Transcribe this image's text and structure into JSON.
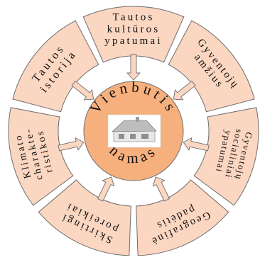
{
  "center": {
    "title_top": "Vienbutis",
    "title_bottom": "namas"
  },
  "segments": [
    {
      "id": "tautos-kulturos-ypatumai",
      "lines": [
        "Tautos",
        "kultūros",
        "ypatumai"
      ]
    },
    {
      "id": "gyventoju-amzius",
      "lines": [
        "Gyventojų",
        "amžius"
      ]
    },
    {
      "id": "gyventoju-socialiniai-ypatumai",
      "lines": [
        "Gyventojų",
        "socialiniai",
        "ypatumai"
      ]
    },
    {
      "id": "geografine-padetis",
      "lines": [
        "Geografinė",
        "padėtis"
      ]
    },
    {
      "id": "skirtingi-poreikiai",
      "lines": [
        "Skirtingi",
        "poreikiai"
      ]
    },
    {
      "id": "klimato-charakteristikos",
      "lines": [
        "Klimato",
        "charakte-",
        "ristikos"
      ]
    },
    {
      "id": "tautos-istorija",
      "lines": [
        "Tautos",
        "istorija"
      ]
    }
  ],
  "colors": {
    "segment_fill": "#fbd6c1",
    "segment_stroke": "#6d6d6d",
    "center_fill": "#f6b07e",
    "arrow_fill": "#fbd6c1"
  }
}
